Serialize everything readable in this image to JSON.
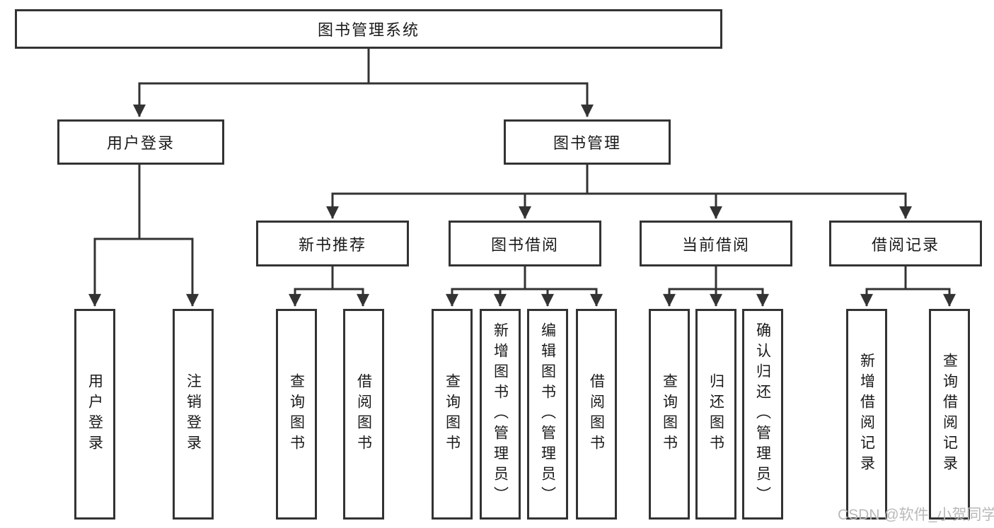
{
  "diagram": {
    "watermark": "CSDN @软件_小贺同学",
    "colors": {
      "line": "#333333",
      "box_border": "#333333",
      "text": "#1a1a1a",
      "watermark": "#b9b9b9",
      "background": "#ffffff"
    },
    "tree": {
      "root": "图书管理系统",
      "branches": [
        {
          "label": "用户登录",
          "children": [
            "用户登录",
            "注销登录"
          ]
        },
        {
          "label": "图书管理",
          "groups": [
            {
              "label": "新书推荐",
              "children": [
                "查询图书",
                "借阅图书"
              ]
            },
            {
              "label": "图书借阅",
              "children": [
                "查询图书",
                "新增图书（管理员）",
                "编辑图书（管理员）",
                "借阅图书"
              ]
            },
            {
              "label": "当前借阅",
              "children": [
                "查询图书",
                "归还图书",
                "确认归还（管理员）"
              ]
            },
            {
              "label": "借阅记录",
              "children": [
                "新增借阅记录",
                "查询借阅记录"
              ]
            }
          ]
        }
      ]
    }
  }
}
